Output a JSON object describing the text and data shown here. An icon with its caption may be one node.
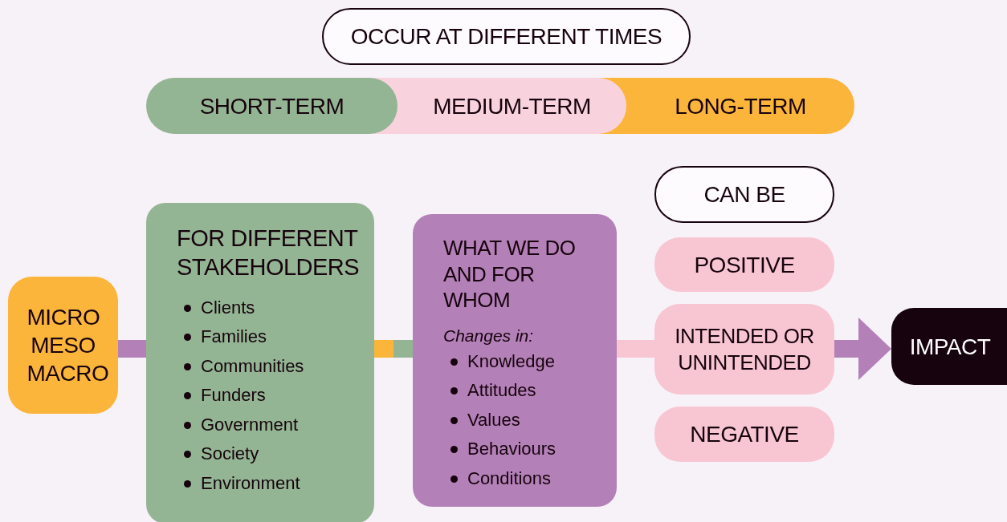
{
  "diagram": {
    "nodes": [
      {
        "text": [
          "OCCUR AT DIFFERENT TIMES"
        ]
      },
      {
        "text": [
          "SHORT-TERM"
        ]
      },
      {
        "text": [
          "MEDIUM-TERM"
        ]
      },
      {
        "text": [
          "LONG-TERM"
        ]
      },
      {
        "text": [
          "CAN BE"
        ]
      },
      {
        "text": [
          "MICRO MESO MACRO"
        ]
      },
      {
        "text": [
          "FOR DIFFERENT STAKEHOLDERS",
          "Clients",
          "Families",
          "Communities",
          "Funders",
          "Government",
          "Society",
          "Environment"
        ]
      },
      {
        "text": [
          "WHAT WE DO AND FOR WHOM",
          "Changes in:",
          "Knowledge",
          "Attitudes",
          "Values",
          "Behaviours",
          "Conditions"
        ]
      },
      {
        "text": [
          "POSITIVE"
        ]
      },
      {
        "text": [
          "INTENDED OR UNINTENDED"
        ]
      },
      {
        "text": [
          "NEGATIVE"
        ]
      },
      {
        "text": [
          "IMPACT"
        ]
      }
    ],
    "edges": [
      {
        "from": 5,
        "to": 6,
        "arrow": "none"
      },
      {
        "from": 6,
        "to": 7,
        "arrow": "none",
        "color": "#fbb53a"
      },
      {
        "from": 7,
        "to": 9,
        "arrow": "none",
        "color": "#f8c6d3"
      },
      {
        "from": 9,
        "to": 11,
        "arrow": "to"
      }
    ]
  }
}
